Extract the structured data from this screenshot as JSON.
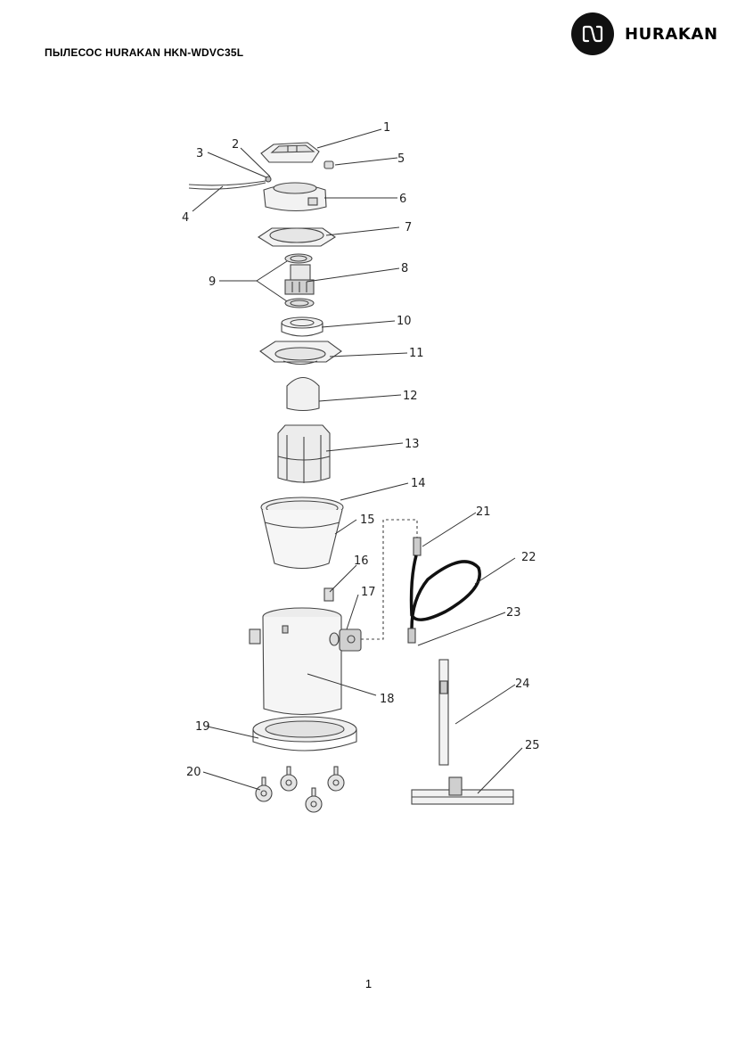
{
  "document": {
    "title": "ПЫЛЕСОС HURAKAN HKN-WDVC35L",
    "brand": "HURAKAN",
    "page_number": "1"
  },
  "diagram": {
    "callouts": [
      "1",
      "2",
      "3",
      "4",
      "5",
      "6",
      "7",
      "8",
      "9",
      "10",
      "11",
      "12",
      "13",
      "14",
      "15",
      "16",
      "17",
      "18",
      "19",
      "20",
      "21",
      "22",
      "23",
      "24",
      "25"
    ]
  }
}
